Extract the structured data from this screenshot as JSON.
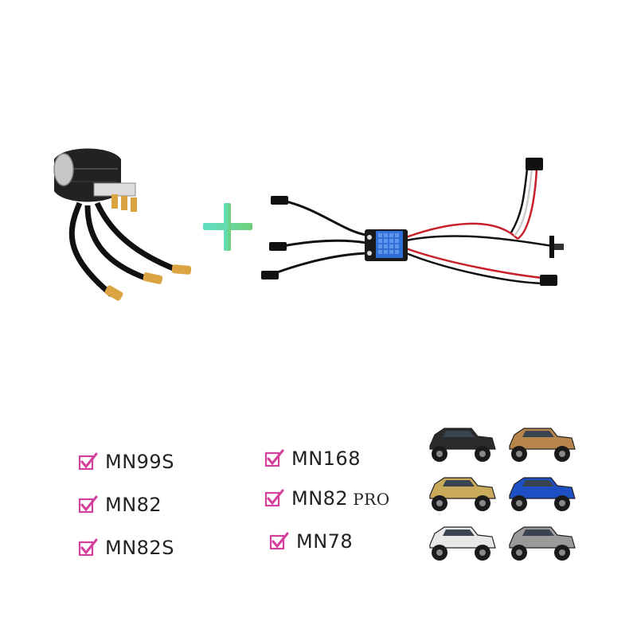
{
  "colors": {
    "check": "#d43f9b",
    "plus_left": "#5ee0c6",
    "plus_right": "#6fd07a",
    "wire_black": "#111111",
    "wire_red": "#c8202a",
    "esc_blue": "#2f6fd6",
    "connector_gold": "#d9a441"
  },
  "icons": [
    "brushless-motor",
    "plus-sign",
    "esc-controller",
    "check-icon",
    "rc-truck"
  ],
  "compat": {
    "col1": [
      {
        "label": "MN99S"
      },
      {
        "label": "MN82"
      },
      {
        "label": "MN82S"
      }
    ],
    "col2": [
      {
        "label": "MN168"
      },
      {
        "label": "MN82",
        "suffix": "PRO"
      },
      {
        "label": "MN78"
      }
    ]
  },
  "trucks": [
    {
      "color": "#2b2b2b"
    },
    {
      "color": "#b8864a"
    },
    {
      "color": "#c9a95a"
    },
    {
      "color": "#1f4fc4"
    },
    {
      "color": "#e8e8e8"
    },
    {
      "color": "#9a9a9a"
    }
  ]
}
